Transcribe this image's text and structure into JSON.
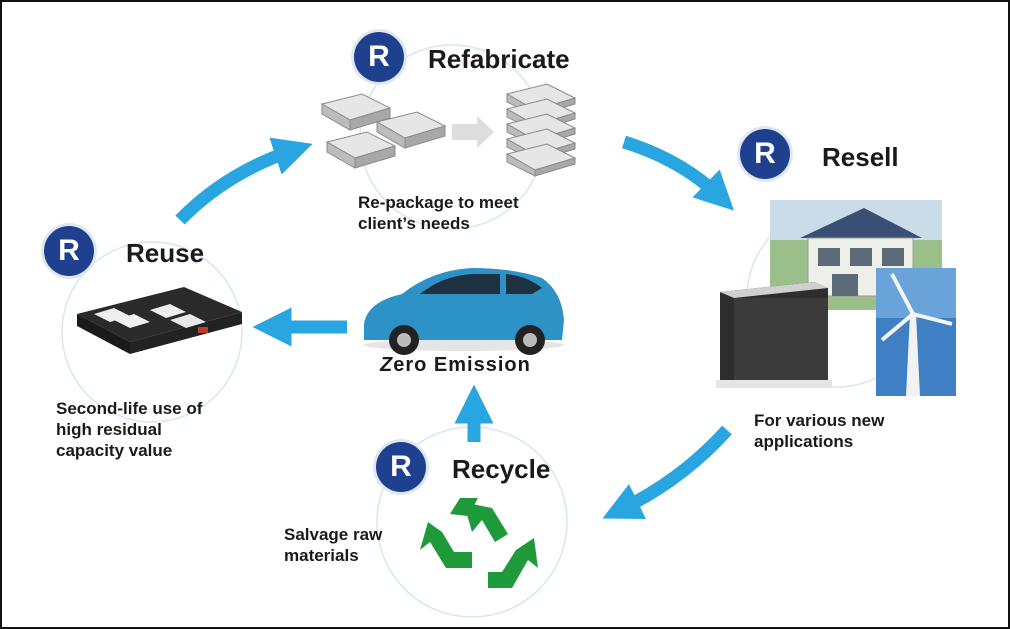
{
  "colors": {
    "badge": "#1f3f8f",
    "arrow": "#29a6e1",
    "recycle_green": "#1e9a3a",
    "ring": "#d4e7f3",
    "car_body": "#2d93c7"
  },
  "stages": {
    "refabricate": {
      "badge": "R",
      "title": "Refabricate",
      "desc": [
        "Re-package to meet",
        "client’s needs"
      ]
    },
    "resell": {
      "badge": "R",
      "title": "Resell",
      "desc": [
        "For various new",
        "applications"
      ]
    },
    "recycle": {
      "badge": "R",
      "title": "Recycle",
      "desc": [
        "Salvage raw",
        "materials"
      ]
    },
    "reuse": {
      "badge": "R",
      "title": "Reuse",
      "desc": [
        "Second-life use of",
        "high residual",
        "capacity value"
      ]
    }
  },
  "center": {
    "logo_text": "Zero Emission",
    "logo_z": "Z",
    "logo_rest": "ero Emission"
  },
  "icons": [
    "battery-module-icon",
    "battery-stack-icon",
    "house-icon",
    "storage-unit-icon",
    "wind-turbine-icon",
    "recycle-icon",
    "car-icon",
    "battery-pack-icon"
  ]
}
